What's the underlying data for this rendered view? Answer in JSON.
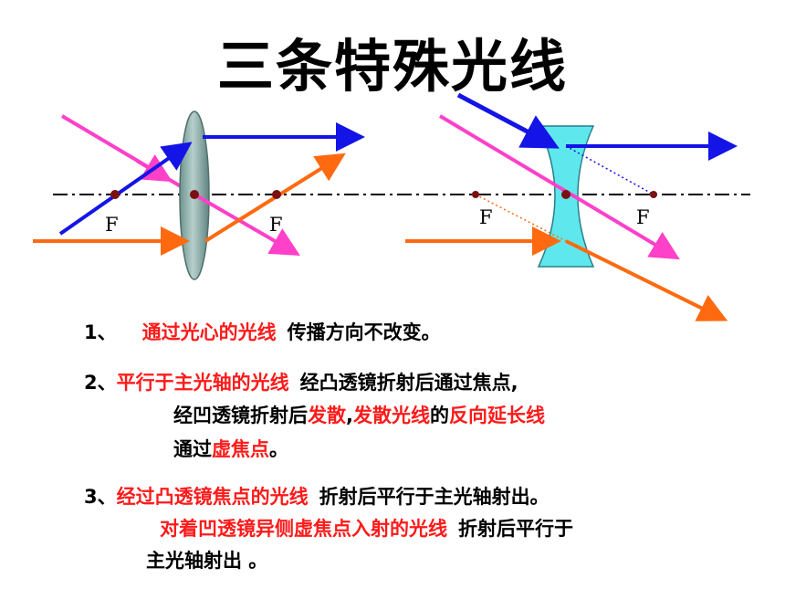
{
  "title": "三条特殊光线",
  "diagram": {
    "convex_lens": {
      "focus_left_label": "F",
      "focus_right_label": "F"
    },
    "concave_lens": {
      "focus_left_label": "F",
      "focus_right_label": "F"
    },
    "colors": {
      "axis": "#000000",
      "blue_ray": "#1414e6",
      "pink_ray": "#ff40c8",
      "orange_ray": "#ff6a10",
      "focus_point": "#7a1010",
      "convex_lens_fill": "#86aaa6",
      "concave_lens_fill": "#5ee8ee"
    }
  },
  "text": {
    "rule1": {
      "num": "1、",
      "highlight": "通过光心的光线",
      "rest": "传播方向不改变。"
    },
    "rule2": {
      "num": "2、",
      "highlight": "平行于主光轴的光线",
      "rest": "经凸透镜折射后通过焦点,",
      "line2_a": "经凹透镜折射后",
      "line2_b": "发散",
      "line2_c": ",",
      "line2_d": "发散光线",
      "line2_e": "的",
      "line2_f": "反向延长线",
      "line3_a": "通过",
      "line3_b": "虚焦点",
      "line3_c": "。"
    },
    "rule3": {
      "num": "3、",
      "highlight": "经过凸透镜焦点的光线",
      "rest": "折射后平行于主光轴射出。",
      "line2_highlight": "对着凹透镜异侧虚焦点入射的光线",
      "line2_rest": "折射后平行于",
      "line3": "主光轴射出 。"
    }
  }
}
